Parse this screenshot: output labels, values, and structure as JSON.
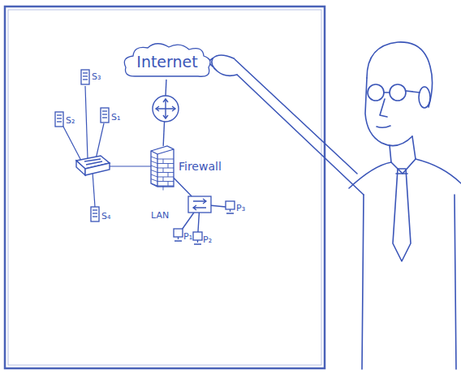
{
  "diagram": {
    "nodes": [
      {
        "text": [
          "Internet"
        ]
      },
      {
        "text": [
          "S₃"
        ]
      },
      {
        "text": [
          "S₂"
        ]
      },
      {
        "text": [
          "S₁"
        ]
      },
      {
        "text": [
          "Firewall"
        ]
      },
      {
        "text": [
          "S₄"
        ]
      },
      {
        "text": [
          "LAN"
        ]
      },
      {
        "text": [
          "P₃"
        ]
      },
      {
        "text": [
          "P₁"
        ]
      },
      {
        "text": [
          "P₂"
        ]
      }
    ],
    "edges": [
      {
        "from": 0,
        "to": 4,
        "arrow": "none"
      },
      {
        "from": 4,
        "to": 6,
        "arrow": "none"
      },
      {
        "from": 6,
        "to": 7,
        "arrow": "none"
      },
      {
        "from": 6,
        "to": 8,
        "arrow": "none"
      },
      {
        "from": 6,
        "to": 9,
        "arrow": "none"
      }
    ]
  }
}
